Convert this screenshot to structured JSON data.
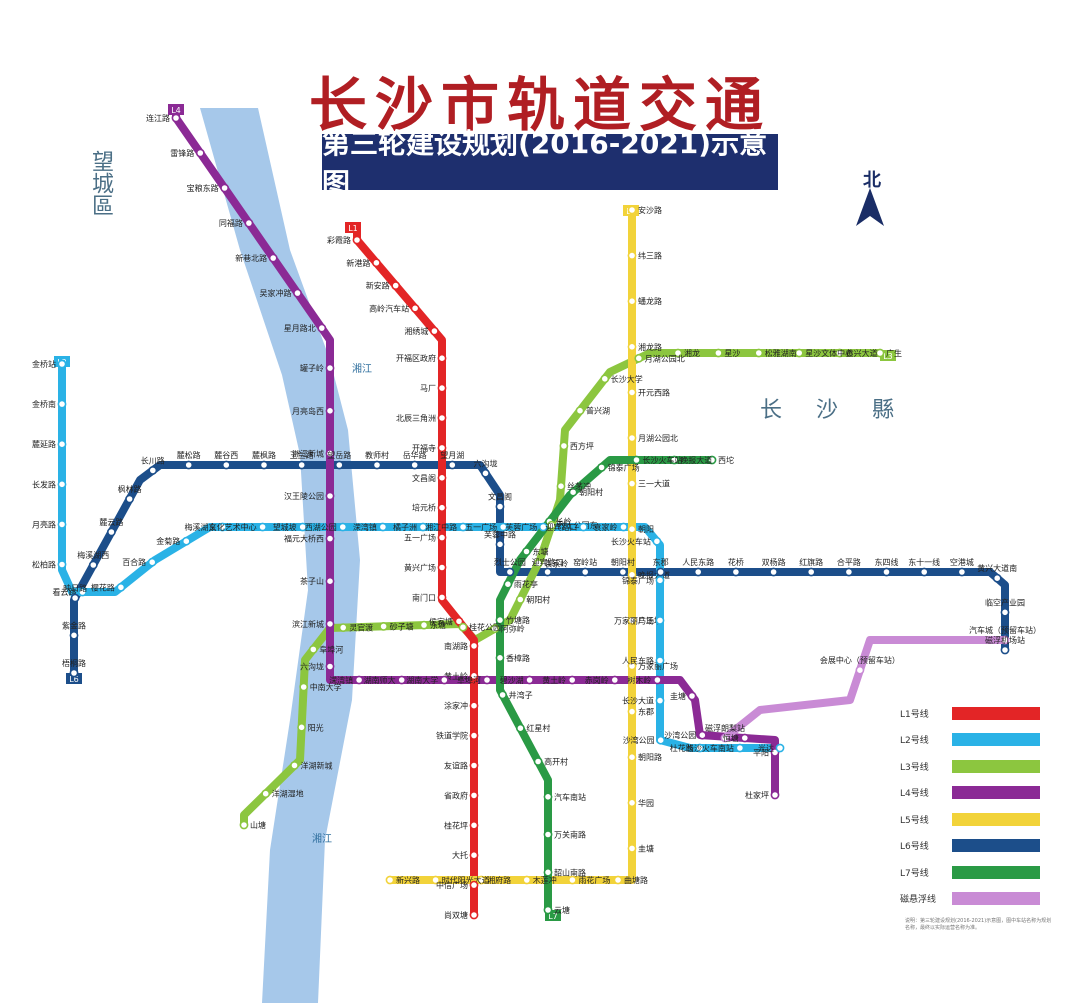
{
  "title": "长沙市轨道交通",
  "subtitle": "第三轮建设规划(2016-2021)示意图",
  "north_label": "北",
  "regions": {
    "wangcheng": "望城區",
    "changsha_county": "长沙縣"
  },
  "rivers": {
    "xiangjiang_1": "湘江",
    "xiangjiang_2": "湘江"
  },
  "colors": {
    "L1": "#e32526",
    "L2": "#2ab2e6",
    "L3": "#8cc63f",
    "L4": "#8b2a95",
    "L5": "#f2d33a",
    "L6": "#1c4e8a",
    "L7": "#2a9a45",
    "maglev": "#c98bd5",
    "river": "#a6c8ea",
    "title": "#b01e23",
    "banner": "#1e2f6e"
  },
  "lines": {
    "L1": {
      "tag": "L1",
      "stations": [
        "彩霞路",
        "新港路",
        "新安路",
        "高岭汽车站",
        "湘绣城",
        "开福区政府",
        "马厂",
        "北辰三角洲",
        "开福寺",
        "文昌阁",
        "培元桥",
        "五一广场",
        "黄兴广场",
        "南门口",
        "侯家塘",
        "南湖路",
        "黄土岭",
        "涂家冲",
        "铁道学院",
        "友谊路",
        "省政府",
        "桂花坪",
        "大托",
        "中信广场",
        "尚双塘"
      ]
    },
    "L2": {
      "tag": "L2",
      "stations": [
        "金桥站",
        "金桥南",
        "麓延路",
        "长发路",
        "月亮路",
        "松柏路",
        "看云路",
        "樱花路",
        "百合路",
        "金菊路",
        "梅溪湖东",
        "文化艺术中心",
        "望城坡",
        "西湖公园",
        "溁湾镇",
        "橘子洲",
        "湘江中路",
        "五一广场",
        "芙蓉广场",
        "迎宾路口",
        "袁家岭",
        "长沙火车站",
        "锦泰广场",
        "万家丽广场",
        "人民东路",
        "长沙大道",
        "沙湾公园",
        "杜花路",
        "长沙火车南站",
        "光达"
      ]
    },
    "L3": {
      "tag": "L3",
      "stations": [
        "广生",
        "黄兴大道",
        "星沙文体中心",
        "松雅湖南",
        "星沙",
        "湘龙",
        "月湖公园北",
        "长沙大学",
        "普兴湖",
        "西方坪",
        "丝茅冲",
        "烈士公园东",
        "袁家岭",
        "朝阳村",
        "阿弥岭",
        "桂花公园",
        "东塘",
        "砂子塘",
        "灵官渡",
        "阜埠河",
        "中南大学",
        "阳光",
        "洋湖新城",
        "洋湖湿地",
        "山塘"
      ]
    },
    "L4": {
      "tag": "L4",
      "stations": [
        "连江路",
        "雷锋路",
        "宝粮东路",
        "同福路",
        "新巷北路",
        "吴家冲路",
        "星月路北",
        "罐子岭",
        "月亮岛西",
        "洲江新城",
        "汉王陵公园",
        "福元大桥西",
        "茶子山",
        "滨江新城",
        "六沟垅",
        "溁湾镇",
        "湖南师大",
        "湖南大学",
        "阜埠河",
        "碧沙湖",
        "黄土岭",
        "赤岗岭",
        "树木岭",
        "圭塘",
        "沙湾公园",
        "恒塘",
        "平阳",
        "杜家坪"
      ]
    },
    "L5": {
      "tag": "L5",
      "stations": [
        "安沙路",
        "纬三路",
        "蟠龙路",
        "湘龙路",
        "开元西路",
        "月湖公园北",
        "三一大道",
        "朝阳",
        "晚报大道",
        "马王堆",
        "万家丽广场",
        "东郡",
        "朝阳路",
        "华园",
        "圭塘",
        "曲塘路",
        "雨花广场",
        "木莲冲",
        "湘府路",
        "时代阳光大道",
        "新兴路"
      ]
    },
    "L6": {
      "tag": "L6",
      "stations": [
        "梧桐路",
        "紫金路",
        "映日路",
        "梅溪湖西",
        "麓云路",
        "枫林路",
        "长川路",
        "麓松路",
        "麓谷西",
        "麓枫路",
        "玉兰路",
        "望岳路",
        "教师村",
        "岳华路",
        "望月湖",
        "六沟垅",
        "文昌阁",
        "芙蓉中路",
        "烈士公园",
        "迎宾路口",
        "窑岭站",
        "朝阳村",
        "东郡",
        "人民东路",
        "花桥",
        "双杨路",
        "红旗路",
        "合平路",
        "东四线",
        "东十一线",
        "空港城",
        "黄兴大道南",
        "临空产业园",
        "磁浮机场站"
      ]
    },
    "L7": {
      "tag": "L7",
      "stations": [
        "西坨",
        "晚报大道",
        "长沙火车站",
        "锦泰广场",
        "朝阳村",
        "长岭",
        "东塘",
        "雨花亭",
        "竹塘路",
        "香樟路",
        "井湾子",
        "红星村",
        "高开村",
        "汽车南站",
        "万关南路",
        "韶山南路",
        "云塘"
      ]
    },
    "maglev": {
      "stations": [
        "汽车城（预留车站）",
        "会展中心（预留车站）",
        "磁浮朗梨站"
      ]
    }
  },
  "legend": [
    {
      "label": "L1号线",
      "color": "#e32526"
    },
    {
      "label": "L2号线",
      "color": "#2ab2e6"
    },
    {
      "label": "L3号线",
      "color": "#8cc63f"
    },
    {
      "label": "L4号线",
      "color": "#8b2a95"
    },
    {
      "label": "L5号线",
      "color": "#f2d33a"
    },
    {
      "label": "L6号线",
      "color": "#1c4e8a"
    },
    {
      "label": "L7号线",
      "color": "#2a9a45"
    },
    {
      "label": "磁悬浮线",
      "color": "#c98bd5"
    }
  ],
  "note": "说明：第三轮建设规划(2016-2021)示意图，图中车站名称为规划名称，最终以实际运营名称为准。"
}
